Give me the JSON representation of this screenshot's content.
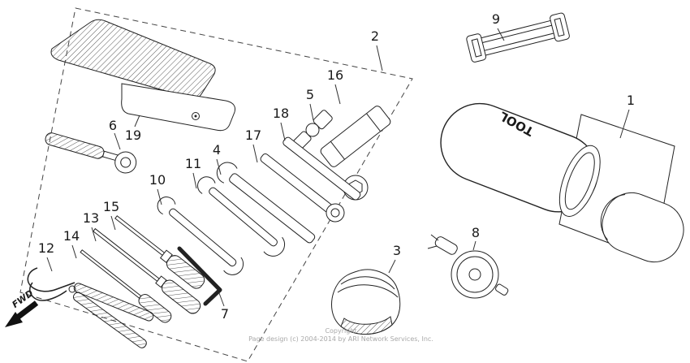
{
  "figure": {
    "description": "Exploded parts diagram of a motorcycle tool kit",
    "fwd_label": "FWD",
    "tube_marking": "TOOL"
  },
  "colors": {
    "line": "#222222",
    "background": "#ffffff"
  },
  "callouts": {
    "c1": "1",
    "c2": "2",
    "c3": "3",
    "c4": "4",
    "c5": "5",
    "c6": "6",
    "c7": "7",
    "c8": "8",
    "c9": "9",
    "c10": "10",
    "c11": "11",
    "c12": "12",
    "c13": "13",
    "c14": "14",
    "c15": "15",
    "c16": "16",
    "c17": "17",
    "c18": "18",
    "c19": "19"
  },
  "footer": {
    "line1": "Copyright",
    "line2": "Page design (c) 2004-2014 by ARI Network Services, Inc."
  }
}
